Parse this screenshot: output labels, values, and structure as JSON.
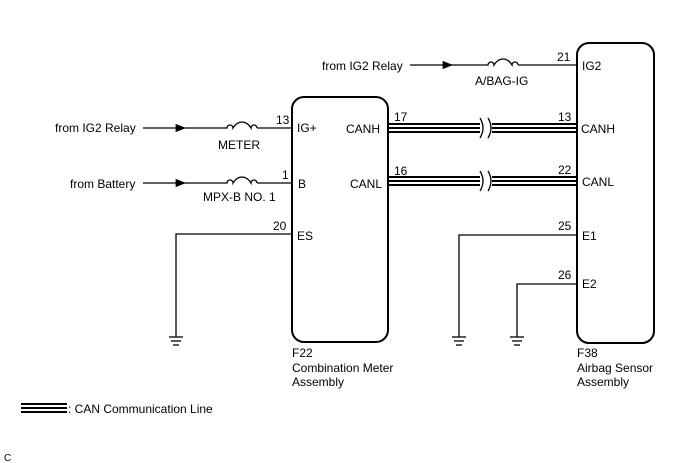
{
  "left_inputs": {
    "ig2_meter": "from IG2 Relay",
    "battery": "from Battery"
  },
  "right_input": "from IG2 Relay",
  "fuses": {
    "meter": "METER",
    "mpx": "MPX-B NO. 1",
    "abag": "A/BAG-IG"
  },
  "meter": {
    "code": "F22",
    "name_line1": "Combination Meter",
    "name_line2": "Assembly",
    "pins": {
      "ig_num": "13",
      "ig": "IG+",
      "b_num": "1",
      "b": "B",
      "es_num": "20",
      "es": "ES",
      "canh_num": "17",
      "canh": "CANH",
      "canl_num": "16",
      "canl": "CANL"
    }
  },
  "airbag": {
    "code": "F38",
    "name_line1": "Airbag Sensor",
    "name_line2": "Assembly",
    "pins": {
      "ig2_num": "21",
      "ig2": "IG2",
      "canh_num": "13",
      "canh": "CANH",
      "canl_num": "22",
      "canl": "CANL",
      "e1_num": "25",
      "e1": "E1",
      "e2_num": "26",
      "e2": "E2"
    }
  },
  "legend": ": CAN Communication Line",
  "corner_mark": "C"
}
